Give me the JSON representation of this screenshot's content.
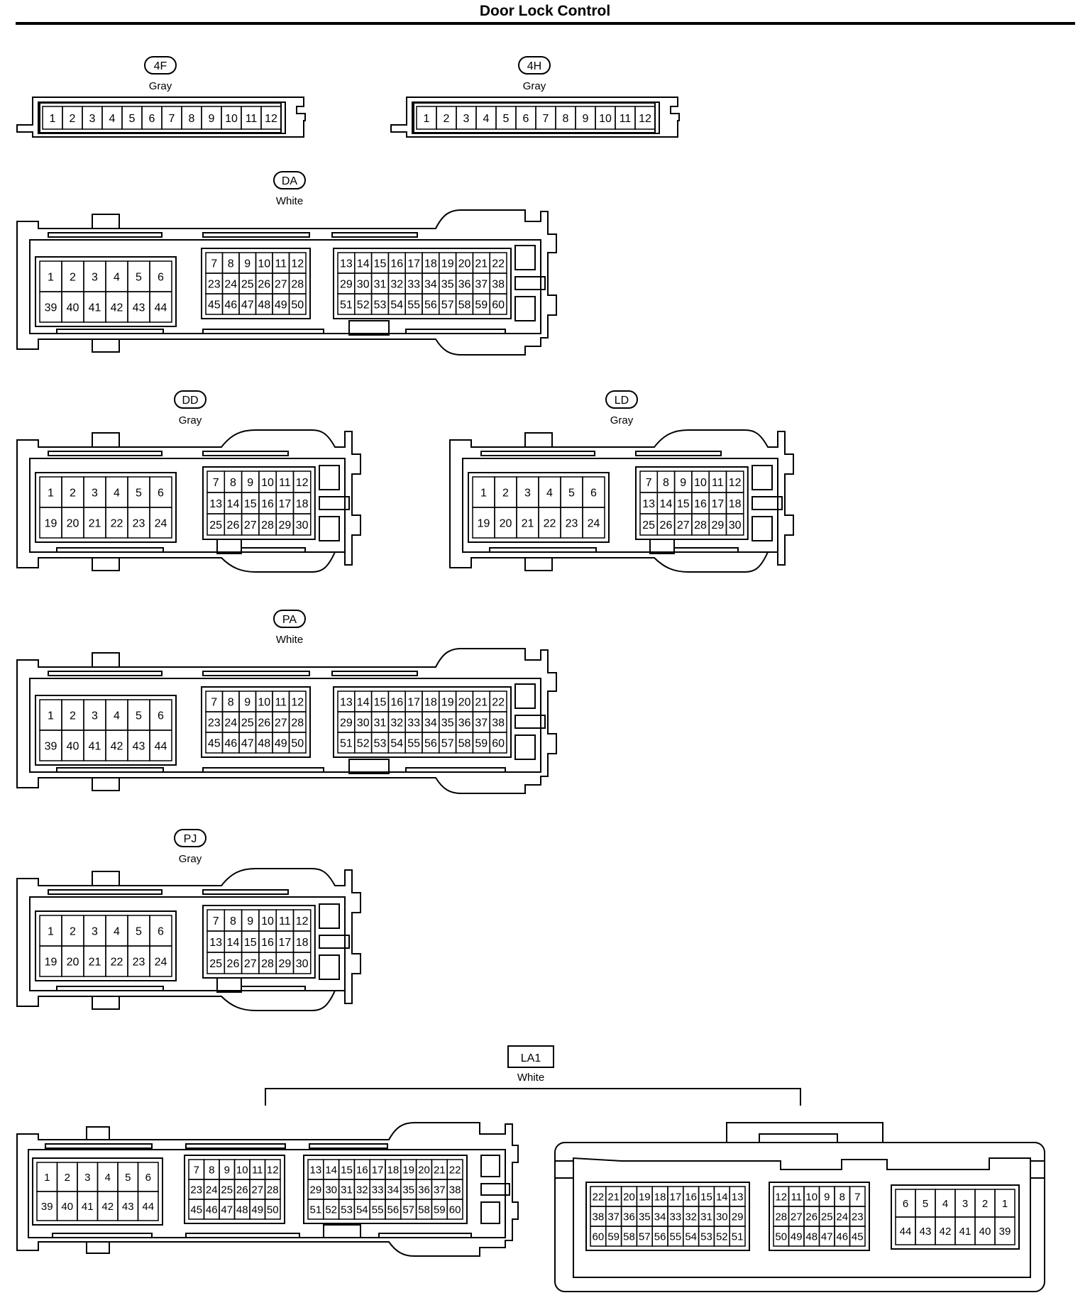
{
  "page": {
    "title": "Door Lock Control"
  },
  "connectors": {
    "4F": {
      "id": "4F",
      "color": "Gray",
      "pins": [
        "1",
        "2",
        "3",
        "4",
        "5",
        "6",
        "7",
        "8",
        "9",
        "10",
        "11",
        "12"
      ]
    },
    "4H": {
      "id": "4H",
      "color": "Gray",
      "pins": [
        "1",
        "2",
        "3",
        "4",
        "5",
        "6",
        "7",
        "8",
        "9",
        "10",
        "11",
        "12"
      ]
    },
    "DA": {
      "id": "DA",
      "color": "White",
      "blocks": [
        [
          [
            "1",
            "2",
            "3",
            "4",
            "5",
            "6"
          ],
          [
            "39",
            "40",
            "41",
            "42",
            "43",
            "44"
          ]
        ],
        [
          [
            "7",
            "8",
            "9",
            "10",
            "11",
            "12"
          ],
          [
            "23",
            "24",
            "25",
            "26",
            "27",
            "28"
          ],
          [
            "45",
            "46",
            "47",
            "48",
            "49",
            "50"
          ]
        ],
        [
          [
            "13",
            "14",
            "15",
            "16",
            "17",
            "18",
            "19",
            "20",
            "21",
            "22"
          ],
          [
            "29",
            "30",
            "31",
            "32",
            "33",
            "34",
            "35",
            "36",
            "37",
            "38"
          ],
          [
            "51",
            "52",
            "53",
            "54",
            "55",
            "56",
            "57",
            "58",
            "59",
            "60"
          ]
        ]
      ]
    },
    "DD": {
      "id": "DD",
      "color": "Gray",
      "blocks": [
        [
          [
            "1",
            "2",
            "3",
            "4",
            "5",
            "6"
          ],
          [
            "19",
            "20",
            "21",
            "22",
            "23",
            "24"
          ]
        ],
        [
          [
            "7",
            "8",
            "9",
            "10",
            "11",
            "12"
          ],
          [
            "13",
            "14",
            "15",
            "16",
            "17",
            "18"
          ],
          [
            "25",
            "26",
            "27",
            "28",
            "29",
            "30"
          ]
        ]
      ]
    },
    "LD": {
      "id": "LD",
      "color": "Gray",
      "blocks": [
        [
          [
            "1",
            "2",
            "3",
            "4",
            "5",
            "6"
          ],
          [
            "19",
            "20",
            "21",
            "22",
            "23",
            "24"
          ]
        ],
        [
          [
            "7",
            "8",
            "9",
            "10",
            "11",
            "12"
          ],
          [
            "13",
            "14",
            "15",
            "16",
            "17",
            "18"
          ],
          [
            "25",
            "26",
            "27",
            "28",
            "29",
            "30"
          ]
        ]
      ]
    },
    "PA": {
      "id": "PA",
      "color": "White",
      "blocks": [
        [
          [
            "1",
            "2",
            "3",
            "4",
            "5",
            "6"
          ],
          [
            "39",
            "40",
            "41",
            "42",
            "43",
            "44"
          ]
        ],
        [
          [
            "7",
            "8",
            "9",
            "10",
            "11",
            "12"
          ],
          [
            "23",
            "24",
            "25",
            "26",
            "27",
            "28"
          ],
          [
            "45",
            "46",
            "47",
            "48",
            "49",
            "50"
          ]
        ],
        [
          [
            "13",
            "14",
            "15",
            "16",
            "17",
            "18",
            "19",
            "20",
            "21",
            "22"
          ],
          [
            "29",
            "30",
            "31",
            "32",
            "33",
            "34",
            "35",
            "36",
            "37",
            "38"
          ],
          [
            "51",
            "52",
            "53",
            "54",
            "55",
            "56",
            "57",
            "58",
            "59",
            "60"
          ]
        ]
      ]
    },
    "PJ": {
      "id": "PJ",
      "color": "Gray",
      "blocks": [
        [
          [
            "1",
            "2",
            "3",
            "4",
            "5",
            "6"
          ],
          [
            "19",
            "20",
            "21",
            "22",
            "23",
            "24"
          ]
        ],
        [
          [
            "7",
            "8",
            "9",
            "10",
            "11",
            "12"
          ],
          [
            "13",
            "14",
            "15",
            "16",
            "17",
            "18"
          ],
          [
            "25",
            "26",
            "27",
            "28",
            "29",
            "30"
          ]
        ]
      ]
    },
    "LA1": {
      "id": "LA1",
      "color": "White",
      "male_blocks": [
        [
          [
            "1",
            "2",
            "3",
            "4",
            "5",
            "6"
          ],
          [
            "39",
            "40",
            "41",
            "42",
            "43",
            "44"
          ]
        ],
        [
          [
            "7",
            "8",
            "9",
            "10",
            "11",
            "12"
          ],
          [
            "23",
            "24",
            "25",
            "26",
            "27",
            "28"
          ],
          [
            "45",
            "46",
            "47",
            "48",
            "49",
            "50"
          ]
        ],
        [
          [
            "13",
            "14",
            "15",
            "16",
            "17",
            "18",
            "19",
            "20",
            "21",
            "22"
          ],
          [
            "29",
            "30",
            "31",
            "32",
            "33",
            "34",
            "35",
            "36",
            "37",
            "38"
          ],
          [
            "51",
            "52",
            "53",
            "54",
            "55",
            "56",
            "57",
            "58",
            "59",
            "60"
          ]
        ]
      ],
      "female_blocks": [
        [
          [
            "22",
            "21",
            "20",
            "19",
            "18",
            "17",
            "16",
            "15",
            "14",
            "13"
          ],
          [
            "38",
            "37",
            "36",
            "35",
            "34",
            "33",
            "32",
            "31",
            "30",
            "29"
          ],
          [
            "60",
            "59",
            "58",
            "57",
            "56",
            "55",
            "54",
            "53",
            "52",
            "51"
          ]
        ],
        [
          [
            "12",
            "11",
            "10",
            "9",
            "8",
            "7"
          ],
          [
            "28",
            "27",
            "26",
            "25",
            "24",
            "23"
          ],
          [
            "50",
            "49",
            "48",
            "47",
            "46",
            "45"
          ]
        ],
        [
          [
            "6",
            "5",
            "4",
            "3",
            "2",
            "1"
          ],
          [
            "44",
            "43",
            "42",
            "41",
            "40",
            "39"
          ]
        ]
      ]
    }
  }
}
